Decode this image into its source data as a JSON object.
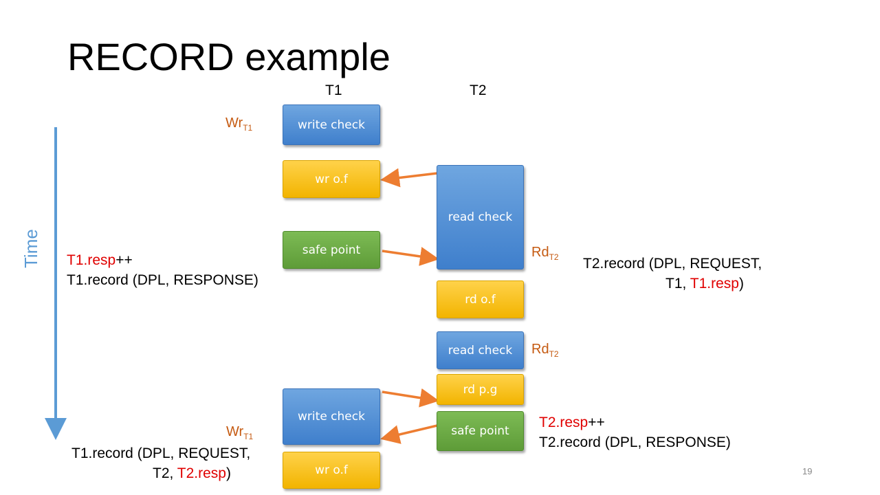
{
  "slide": {
    "title": "RECORD example",
    "columns": {
      "t1": "T1",
      "t2": "T2"
    },
    "time_label": "Time",
    "page_number": "19"
  },
  "boxes": {
    "write_check_1": "write check",
    "wr_of_1": "wr o.f",
    "safe_point_1": "safe point",
    "read_check_1": "read check",
    "rd_of": "rd o.f",
    "read_check_2": "read check",
    "rd_pg": "rd p.g",
    "write_check_2": "write check",
    "safe_point_2": "safe point",
    "wr_of_2": "wr o.f"
  },
  "labels": {
    "wr_main": "Wr",
    "wr_sub": "T1",
    "rd_main": "Rd",
    "rd_sub": "T2"
  },
  "annotations": {
    "t1_resp": "T1.resp",
    "t1_resp_suffix": "++",
    "t1_record_response": "T1.record (DPL, RESPONSE)",
    "t2_record_request_line1": "T2.record (DPL, REQUEST,",
    "t2_record_request_line2_prefix": "T1, ",
    "t2_record_request_line2_red": "T1.resp",
    "t2_record_request_line2_suffix": ")",
    "t2_resp": "T2.resp",
    "t2_resp_suffix": "++",
    "t2_record_response": "T2.record (DPL, RESPONSE)",
    "t1_record_request_line1": "T1.record (DPL, REQUEST,",
    "t1_record_request_line2_prefix": "T2, ",
    "t1_record_request_line2_red": "T2.resp",
    "t1_record_request_line2_suffix": ")"
  },
  "colors": {
    "arrow_orange": "#ed7d31",
    "time_blue": "#5b9bd5",
    "label_orange": "#c55a11",
    "highlight_red": "#e00000"
  }
}
